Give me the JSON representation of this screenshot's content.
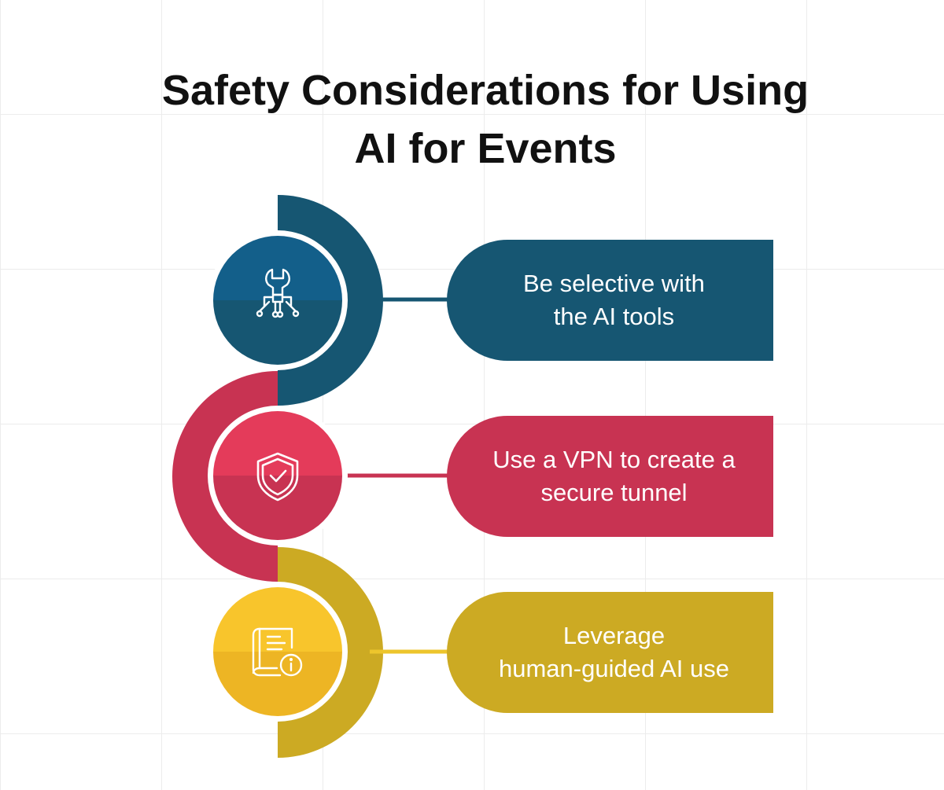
{
  "title": {
    "line1": "Safety Considerations for Using",
    "line2": "AI for Events"
  },
  "steps": [
    {
      "line1": "Be selective with",
      "line2": "the AI tools",
      "icon": "wrench-circuit-icon",
      "color": "#165672",
      "circle_top": "#135f8a",
      "circle_bottom": "#165672"
    },
    {
      "line1": "Use a VPN to create a",
      "line2": "secure tunnel",
      "icon": "shield-check-icon",
      "color": "#c83352",
      "circle_top": "#e43b5a",
      "circle_bottom": "#c83352"
    },
    {
      "line1": "Leverage",
      "line2": "human-guided AI use",
      "icon": "book-info-icon",
      "color": "#ccaa23",
      "circle_top": "#f8c52c",
      "circle_bottom": "#edb524"
    }
  ]
}
